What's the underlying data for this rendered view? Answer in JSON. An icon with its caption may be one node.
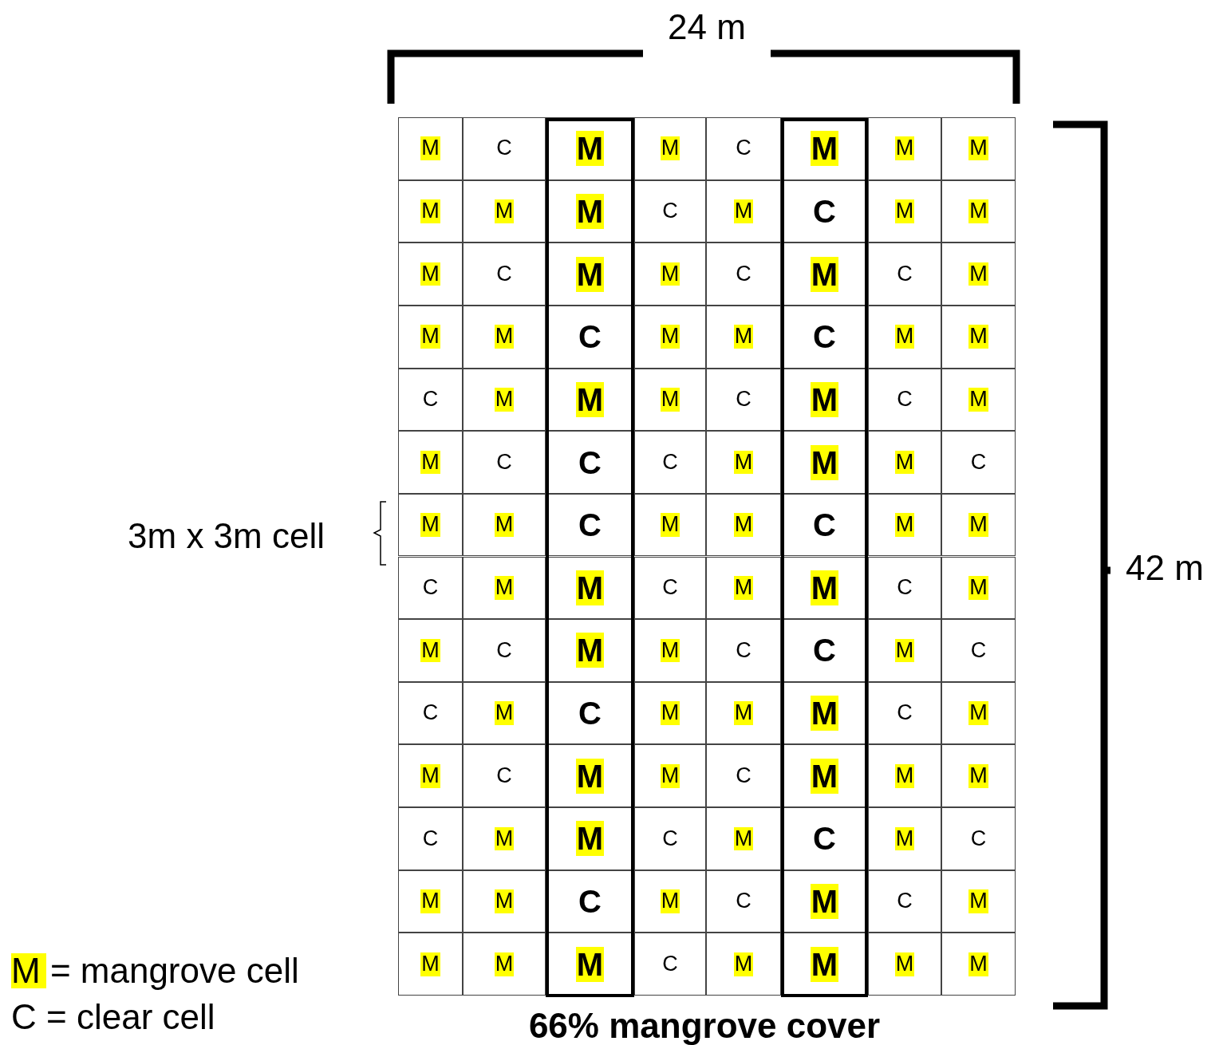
{
  "diagram": {
    "caption": "66% mangrove cover",
    "labels": [
      "24 m",
      "42 m",
      "3m x 3m cell",
      "M",
      "C",
      "M",
      "M",
      "C",
      "M",
      "M",
      "M",
      "M",
      "M",
      "M",
      "C",
      "M",
      "C",
      "M",
      "M",
      "M",
      "C",
      "M",
      "M",
      "C",
      "M",
      "C",
      "M",
      "M",
      "M",
      "C",
      "M",
      "M",
      "C",
      "M",
      "M",
      "C",
      "M",
      "M",
      "M",
      "C",
      "M",
      "C",
      "M",
      "M",
      "C",
      "C",
      "C",
      "M",
      "M",
      "M",
      "C",
      "M",
      "M",
      "C",
      "M",
      "M",
      "C",
      "M",
      "M",
      "C",
      "M",
      "M",
      "C",
      "M",
      "M",
      "C",
      "M",
      "M",
      "C",
      "M",
      "M",
      "C",
      "C",
      "M",
      "C",
      "C",
      "M",
      "C",
      "M",
      "M",
      "M",
      "C",
      "M",
      "M",
      "C",
      "M",
      "M",
      "C",
      "M",
      "M",
      "M",
      "C",
      "M",
      "M",
      "C",
      "M",
      "C",
      "M",
      "C",
      "M",
      "M",
      "C",
      "M",
      "C",
      "M",
      "C",
      "M",
      "M",
      "M",
      "M",
      "C",
      "M",
      "M",
      "M",
      "M"
    ],
    "legend": [
      {
        "text": "M = mangrove cell",
        "color": "#ffff00"
      },
      {
        "text": "C = clear cell"
      }
    ]
  }
}
